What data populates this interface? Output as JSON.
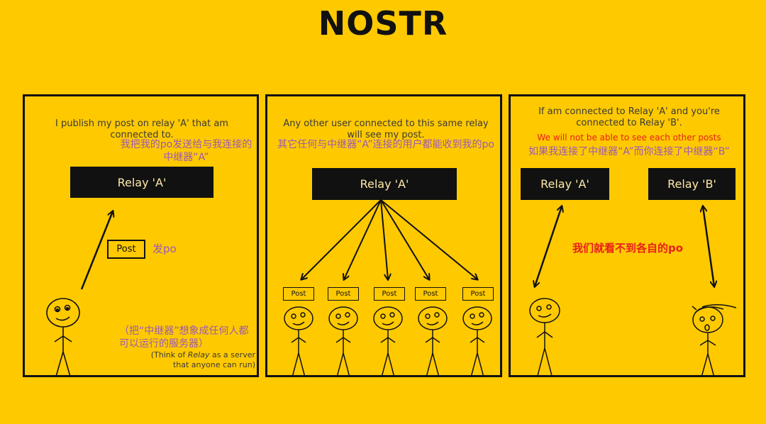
{
  "title": "NOSTR",
  "panel1": {
    "caption_en": "I publish my post on relay 'A' that am connected to.",
    "caption_zh": "我把我的po发送给与我连接的中继器“A”",
    "relay": "Relay 'A'",
    "post": "Post",
    "post_zh": "发po",
    "note_zh": "（把“中继器”想象成任何人都可以运行的服务器）",
    "note_pre": "(Think of ",
    "note_em": "Relay",
    "note_post": " as a server",
    "note_line2": "that anyone can run)"
  },
  "panel2": {
    "caption_en": "Any other user connected to this same relay will see my post.",
    "caption_zh": "其它任何与中继器“A”连接的用户都能收到我的po",
    "relay": "Relay 'A'",
    "posts": [
      "Post",
      "Post",
      "Post",
      "Post",
      "Post"
    ]
  },
  "panel3": {
    "caption_en": "If am connected to Relay 'A' and you're connected to Relay 'B'.",
    "caption_red": "We will not be able to see each other posts",
    "caption_zh": "如果我连接了中继器“A”而你连接了中继器“B”",
    "relay_a": "Relay 'A'",
    "relay_b": "Relay 'B'",
    "middle_zh": "我们就看不到各自的po"
  },
  "colors": {
    "background": "#ffc900",
    "ink": "#111111",
    "zh": "#9b59b6",
    "red": "#e8201a"
  }
}
